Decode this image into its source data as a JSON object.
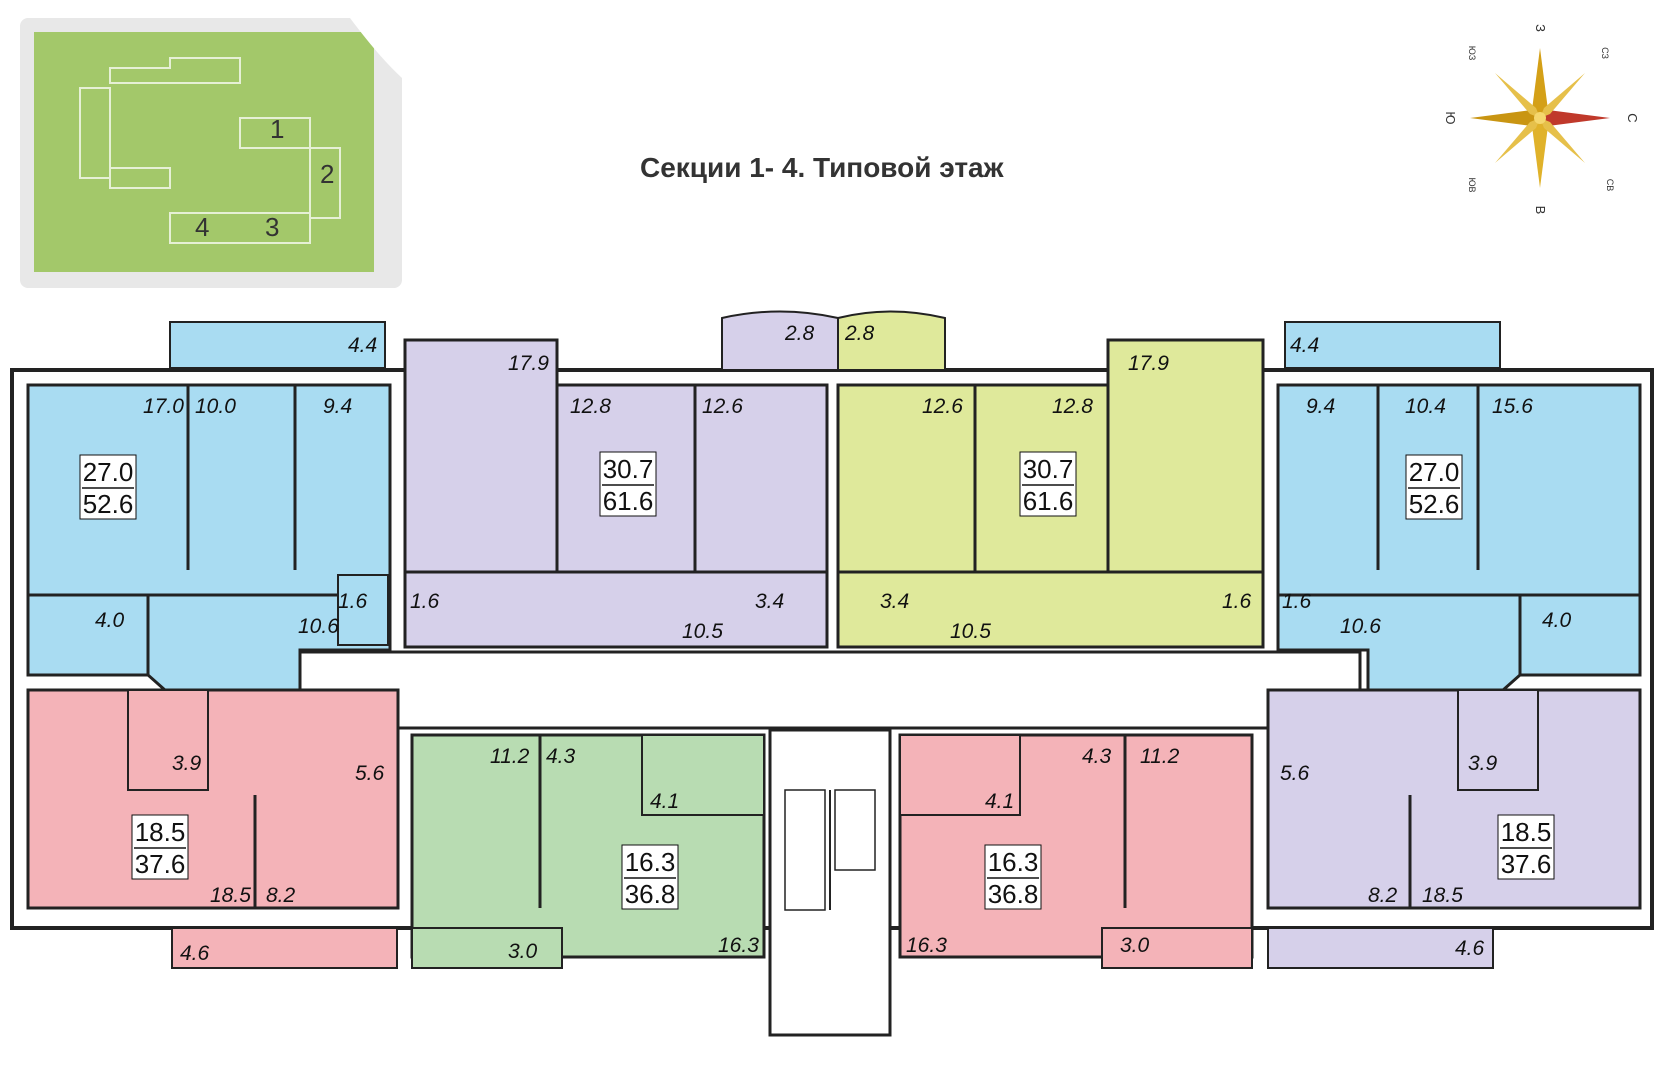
{
  "title": "Секции 1- 4. Типовой этаж",
  "colors": {
    "blue": "#a9dcf2",
    "violet": "#d6d0ea",
    "yellow": "#dfe99b",
    "pink": "#f4b3b8",
    "green": "#b8dcb2",
    "minimap": "#a3c86a",
    "wall": "#222222"
  },
  "minimap": {
    "sections": [
      "1",
      "2",
      "3",
      "4"
    ]
  },
  "compass": {
    "labels": [
      "З",
      "С",
      "В",
      "Ю",
      "СЗ",
      "СВ",
      "ЮВ",
      "ЮЗ"
    ]
  },
  "apartments": [
    {
      "id": "blue-left",
      "living": "27.0",
      "total": "52.6"
    },
    {
      "id": "violet-top",
      "living": "30.7",
      "total": "61.6"
    },
    {
      "id": "yellow-top",
      "living": "30.7",
      "total": "61.6"
    },
    {
      "id": "blue-right",
      "living": "27.0",
      "total": "52.6"
    },
    {
      "id": "pink-left",
      "living": "18.5",
      "total": "37.6"
    },
    {
      "id": "green",
      "living": "16.3",
      "total": "36.8"
    },
    {
      "id": "pink-center",
      "living": "16.3",
      "total": "36.8"
    },
    {
      "id": "violet-right",
      "living": "18.5",
      "total": "37.6"
    }
  ],
  "room_labels": [
    "4.4",
    "17.0",
    "10.0",
    "9.4",
    "1.6",
    "10.6",
    "4.0",
    "17.9",
    "12.8",
    "12.6",
    "1.6",
    "10.5",
    "3.4",
    "2.8",
    "2.8",
    "12.6",
    "12.8",
    "17.9",
    "3.4",
    "10.5",
    "1.6",
    "4.4",
    "9.4",
    "10.4",
    "15.6",
    "1.6",
    "10.6",
    "4.0",
    "3.9",
    "5.6",
    "18.5",
    "8.2",
    "4.6",
    "11.2",
    "4.3",
    "4.1",
    "3.0",
    "16.3",
    "4.1",
    "4.3",
    "11.2",
    "16.3",
    "3.0",
    "5.6",
    "3.9",
    "8.2",
    "18.5",
    "4.6"
  ]
}
